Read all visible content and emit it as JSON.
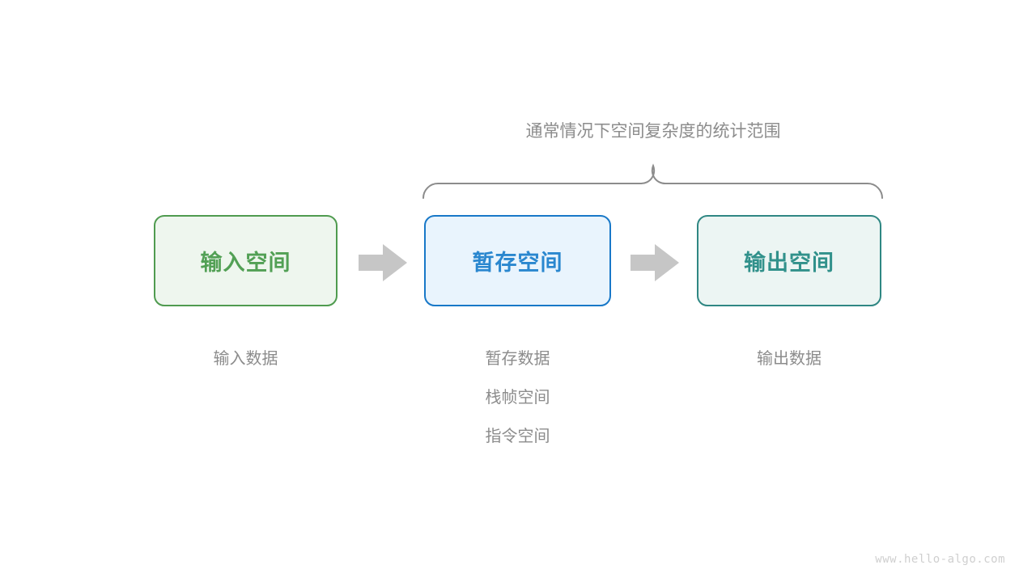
{
  "diagram": {
    "scope_caption": {
      "prefix": "通常情况下",
      "emphasis": "空间复杂度",
      "suffix": "的统计范围"
    },
    "boxes": [
      {
        "id": "input-space",
        "label": "输入空间",
        "border_color": "#4f9b4f",
        "fill_color": "#eef6ee",
        "text_color": "#52a055",
        "sub_labels": [
          "输入数据"
        ]
      },
      {
        "id": "temp-space",
        "label": "暂存空间",
        "border_color": "#1878c8",
        "fill_color": "#e9f4fd",
        "text_color": "#2a87cf",
        "sub_labels": [
          "暂存数据",
          "栈帧空间",
          "指令空间"
        ]
      },
      {
        "id": "output-space",
        "label": "输出空间",
        "border_color": "#2f8783",
        "fill_color": "#ecf5f3",
        "text_color": "#31918b",
        "sub_labels": [
          "输出数据"
        ]
      }
    ],
    "arrows": [
      {
        "id": "arrow-input-to-temp",
        "color": "#c6c6c6"
      },
      {
        "id": "arrow-temp-to-output",
        "color": "#c6c6c6"
      }
    ],
    "brace": {
      "color": "#8c8c8c",
      "spans": [
        "暂存空间",
        "输出空间"
      ]
    },
    "watermark": "www.hello-algo.com"
  }
}
